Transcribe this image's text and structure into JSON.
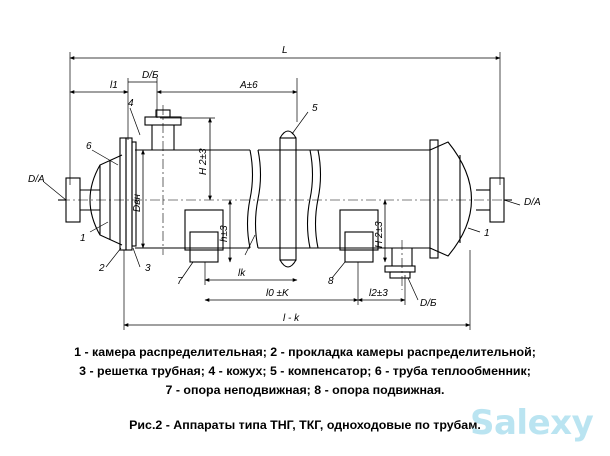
{
  "drawing": {
    "dimensions": {
      "overall_length": "L",
      "l1": "l1",
      "nozzle_d_b_top": "D/Б",
      "spacing_a": "A±6",
      "height_h_top": "H 2±3",
      "shell_d": "Dвн",
      "h_support": "h±3",
      "h_right": "H 2±3",
      "lk": "lk",
      "l0": "l0 ±K",
      "l2": "l2±3",
      "l_minus_k": "l - k",
      "nozzle_d_a_left": "D/A",
      "nozzle_d_a_right": "D/A",
      "nozzle_d_b_bottom": "D/Б"
    },
    "callouts": [
      "1",
      "2",
      "3",
      "4",
      "5",
      "6",
      "7",
      "8",
      "1"
    ]
  },
  "legend": [
    "1 - камера распределительная; 2 - прокладка камеры распределительной;",
    "3 - решетка трубная; 4 - кожух; 5 - компенсатор; 6 - труба теплообменник;",
    "7 - опора неподвижная; 8 - опора подвижная."
  ],
  "caption": "Рис.2 - Аппараты типа ТНГ, ТКГ, одноходовые по трубам.",
  "watermark": "Salexy"
}
